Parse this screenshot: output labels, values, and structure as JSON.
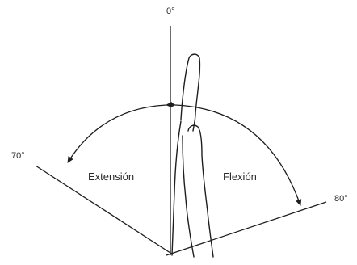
{
  "labels": {
    "top_angle": "0°",
    "left_angle": "70°",
    "right_angle": "80°",
    "extension": "Extensión",
    "flexion": "Flexión"
  },
  "colors": {
    "line": "#1e1e1e",
    "text": "#2b2b2b",
    "background": "#ffffff"
  }
}
